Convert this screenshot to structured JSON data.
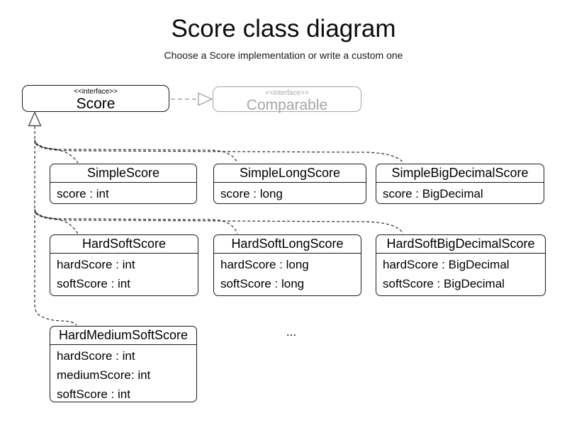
{
  "title": "Score class diagram",
  "subtitle": "Choose a Score implementation or write a custom one",
  "interfaces": {
    "score": {
      "stereotype": "<<interface>>",
      "name": "Score"
    },
    "comparable": {
      "stereotype": "<<interface>>",
      "name": "Comparable"
    }
  },
  "classes": [
    {
      "name": "SimpleScore",
      "attrs": [
        "score : int"
      ]
    },
    {
      "name": "SimpleLongScore",
      "attrs": [
        "score : long"
      ]
    },
    {
      "name": "SimpleBigDecimalScore",
      "attrs": [
        "score : BigDecimal"
      ]
    },
    {
      "name": "HardSoftScore",
      "attrs": [
        "hardScore : int",
        "softScore : int"
      ]
    },
    {
      "name": "HardSoftLongScore",
      "attrs": [
        "hardScore : long",
        "softScore : long"
      ]
    },
    {
      "name": "HardSoftBigDecimalScore",
      "attrs": [
        "hardScore : BigDecimal",
        "softScore : BigDecimal"
      ]
    },
    {
      "name": "HardMediumSoftScore",
      "attrs": [
        "hardScore : int",
        "mediumScore: int",
        "softScore : int"
      ]
    }
  ],
  "ellipsis": "...",
  "colors": {
    "background": "#ffffff",
    "box_border": "#1a1a1a",
    "edge_line": "#2b2b2b",
    "muted_gray": "#a6a6a6",
    "text": "#000000"
  }
}
